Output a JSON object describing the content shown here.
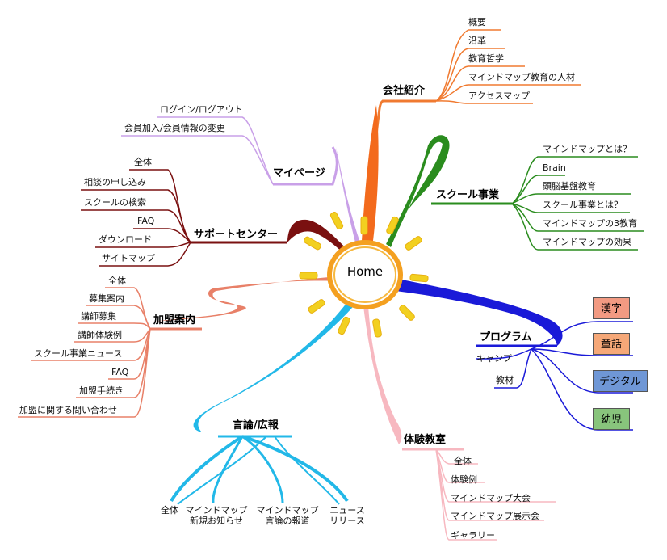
{
  "center": {
    "label": "Home"
  },
  "company": {
    "title": "会社紹介",
    "items": [
      "概要",
      "沿革",
      "教育哲学",
      "マインドマップ教育の人材",
      "アクセスマップ"
    ]
  },
  "mypage": {
    "title": "マイページ",
    "items": [
      "ログイン/ログアウト",
      "会員加入/会員情報の変更"
    ]
  },
  "school": {
    "title": "スクール事業",
    "items": [
      "マインドマップとは？",
      "Brain",
      "頭脳基盤教育",
      "スクール事業とは？",
      "マインドマップの3教育",
      "マインドマップの効果"
    ]
  },
  "support": {
    "title": "サポートセンター",
    "items": [
      "全体",
      "相談の申し込み",
      "スクールの検索",
      "FAQ",
      "ダウンロード",
      "サイトマップ"
    ]
  },
  "franchise": {
    "title": "加盟案内",
    "items": [
      "全体",
      "募集案内",
      "講師募集",
      "講師体験例",
      "スクール事業ニュース",
      "FAQ",
      "加盟手続き",
      "加盟に関する問い合わせ"
    ]
  },
  "program": {
    "title": "プログラム",
    "items": [
      "キャンプ",
      "教材"
    ],
    "badges": [
      {
        "label": "漢字",
        "color": "#f29a82"
      },
      {
        "label": "童話",
        "color": "#f6a878"
      },
      {
        "label": "デジタル",
        "color": "#6f97d6"
      },
      {
        "label": "幼児",
        "color": "#88c47c"
      }
    ]
  },
  "press": {
    "title": "言論/広報",
    "items": [
      {
        "line1": "全体",
        "line2": ""
      },
      {
        "line1": "マインドマップ",
        "line2": "新規お知らせ"
      },
      {
        "line1": "マインドマップ",
        "line2": "言論の報道"
      },
      {
        "line1": "ニュース",
        "line2": "リリース"
      }
    ]
  },
  "trial": {
    "title": "体験教室",
    "items": [
      "全体",
      "体験例",
      "マインドマップ大会",
      "マインドマップ展示会",
      "ギャラリー"
    ]
  },
  "colors": {
    "company": "#f07a30",
    "mypage": "#c9a0e8",
    "school": "#2a8c1e",
    "support": "#7a1010",
    "franchise": "#e88068",
    "program": "#1a1ad8",
    "press": "#22b8e8",
    "trial": "#f7b8c0",
    "sun_ring": "#f4a020",
    "sun_rays": "#f2d020"
  }
}
